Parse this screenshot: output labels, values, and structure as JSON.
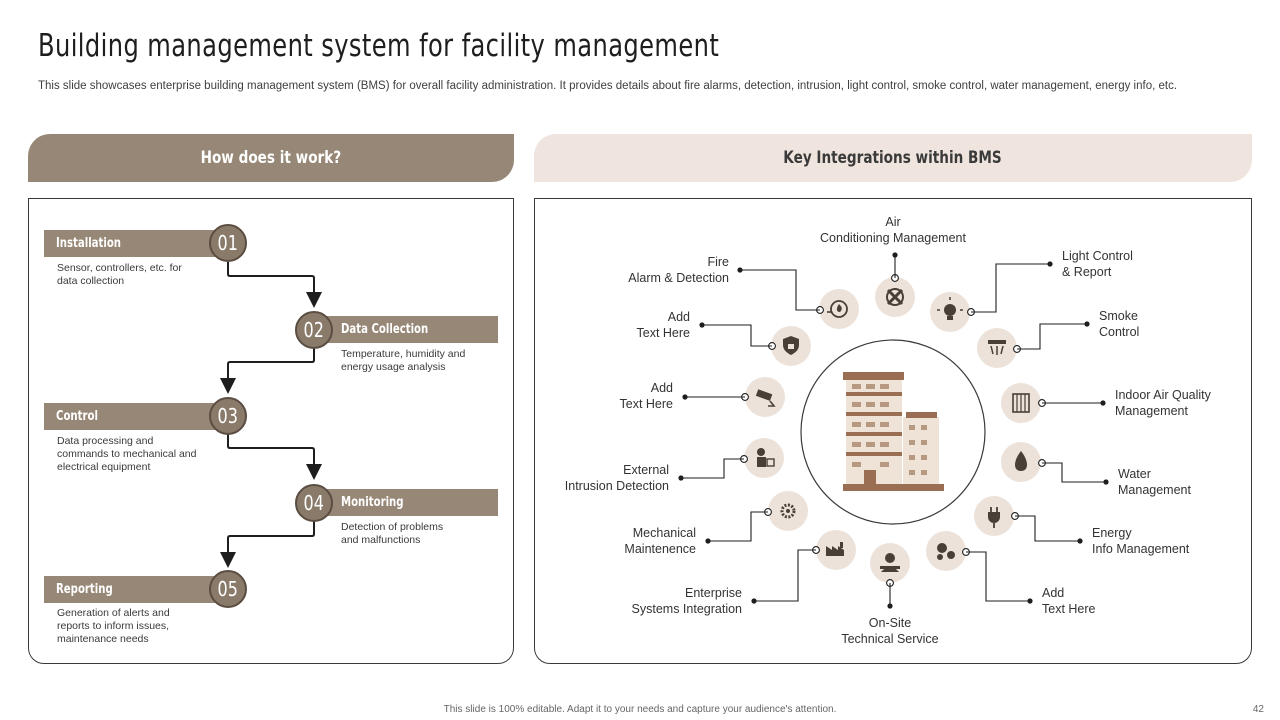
{
  "title": "Building management system for facility management",
  "subtitle": "This slide showcases enterprise building management system (BMS) for overall facility administration. It provides details about fire alarms, detection, intrusion, light control, smoke control, water management, energy info, etc.",
  "left_header": "How does it work?",
  "right_header": "Key Integrations within BMS",
  "steps": [
    {
      "num": "01",
      "label": "Installation",
      "desc": [
        "Sensor, controllers, etc. for",
        "data collection"
      ]
    },
    {
      "num": "02",
      "label": "Data Collection",
      "desc": [
        "Temperature, humidity and",
        "energy usage analysis"
      ]
    },
    {
      "num": "03",
      "label": "Control",
      "desc": [
        "Data processing and",
        "commands to mechanical and",
        "electrical equipment"
      ]
    },
    {
      "num": "04",
      "label": "Monitoring",
      "desc": [
        "Detection of problems",
        "and malfunctions"
      ]
    },
    {
      "num": "05",
      "label": "Reporting",
      "desc": [
        "Generation of alerts and",
        "reports to inform issues,",
        "maintenance needs"
      ]
    }
  ],
  "integrations": [
    {
      "key": "air",
      "lines": [
        "Air",
        "Conditioning Management"
      ],
      "icon": "fan-icon"
    },
    {
      "key": "light",
      "lines": [
        "Light Control",
        "& Report"
      ],
      "icon": "bulb-icon"
    },
    {
      "key": "smoke",
      "lines": [
        "Smoke",
        "Control"
      ],
      "icon": "smoke-detector-icon"
    },
    {
      "key": "iaq",
      "lines": [
        "Indoor Air Quality",
        "Management"
      ],
      "icon": "air-filter-icon"
    },
    {
      "key": "water",
      "lines": [
        "Water",
        "Management"
      ],
      "icon": "water-drop-icon"
    },
    {
      "key": "energy",
      "lines": [
        "Energy",
        "Info Management"
      ],
      "icon": "plug-leaf-icon"
    },
    {
      "key": "add3",
      "lines": [
        "Add",
        "Text Here"
      ],
      "icon": "network-icon"
    },
    {
      "key": "onsite",
      "lines": [
        "On-Site",
        "Technical Service"
      ],
      "icon": "technician-icon"
    },
    {
      "key": "enterprise",
      "lines": [
        "Enterprise",
        "Systems Integration"
      ],
      "icon": "factory-icon"
    },
    {
      "key": "mech",
      "lines": [
        "Mechanical",
        "Maintenence"
      ],
      "icon": "gears-icon"
    },
    {
      "key": "intrusion",
      "lines": [
        "External",
        "Intrusion Detection"
      ],
      "icon": "intruder-icon"
    },
    {
      "key": "add2",
      "lines": [
        "Add",
        "Text Here"
      ],
      "icon": "cctv-icon"
    },
    {
      "key": "add1",
      "lines": [
        "Add",
        "Text Here"
      ],
      "icon": "shield-lock-icon"
    },
    {
      "key": "fire",
      "lines": [
        "Fire",
        "Alarm & Detection"
      ],
      "icon": "fire-alarm-icon"
    }
  ],
  "footer": "This slide is 100% editable. Adapt it to your needs and capture your audience's attention.",
  "page_number": "42",
  "colors": {
    "accent": "#978776",
    "light": "#efe5de",
    "dark": "#3a3a3a",
    "icon_bg": "#ece2da"
  }
}
